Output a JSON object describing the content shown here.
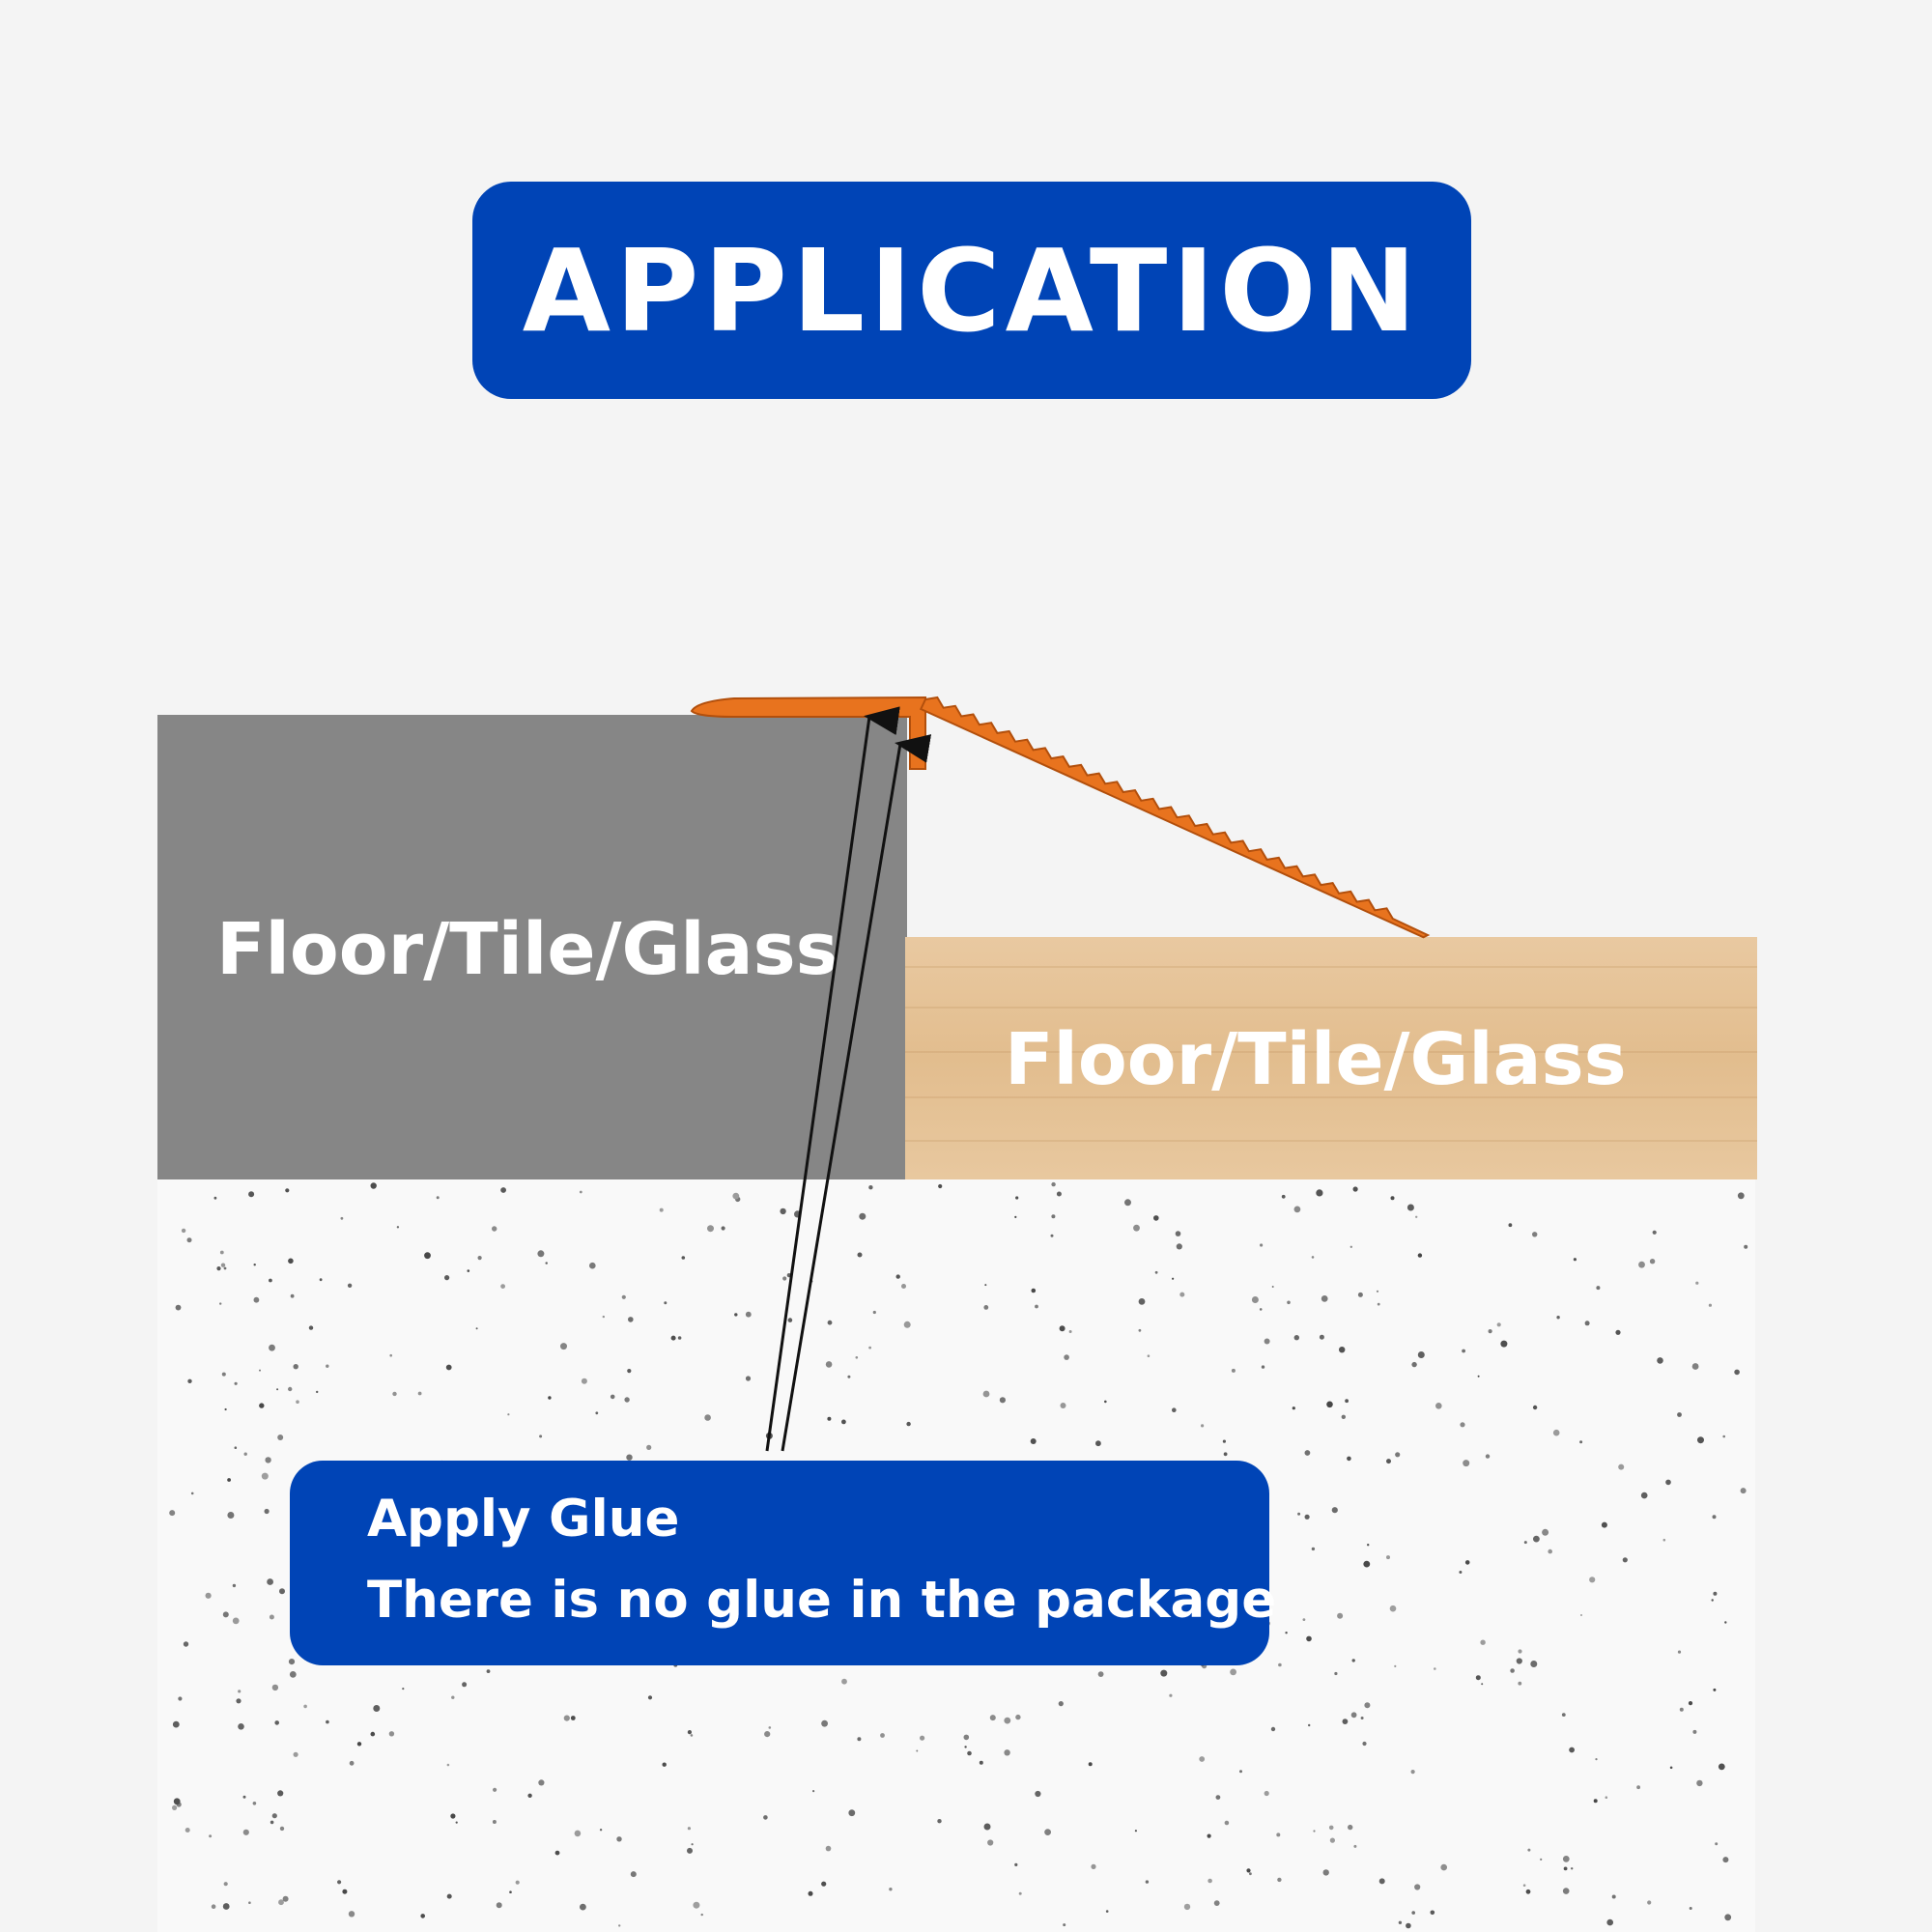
{
  "title": "APPLICATION",
  "labels": {
    "left_floor": "Floor/Tile/Glass",
    "right_floor": "Floor/Tile/Glass"
  },
  "note": {
    "line1": "Apply Glue",
    "line2": "There is no glue in the package"
  },
  "colors": {
    "badge": "#0044b6",
    "profile": "#e8731e",
    "grey_floor": "#868686",
    "wood_floor": "#e5c395"
  }
}
